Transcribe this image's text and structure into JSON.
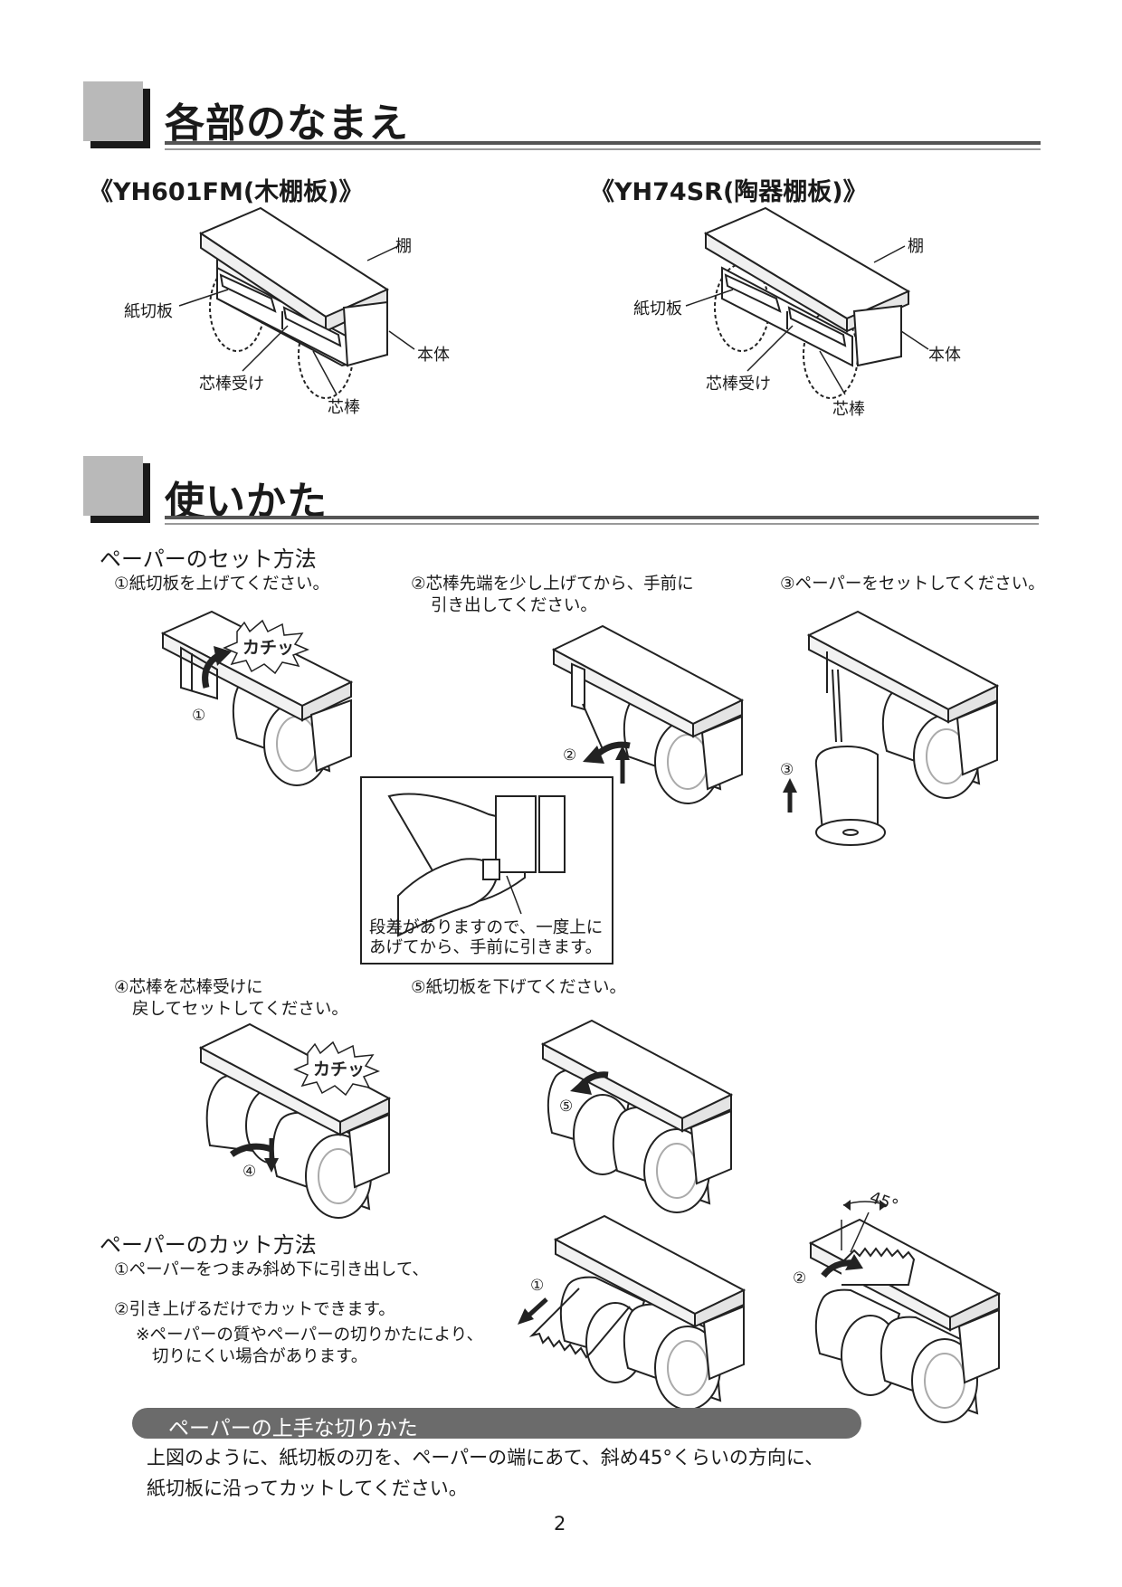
{
  "sections": {
    "names": {
      "title": "各部のなまえ"
    },
    "usage": {
      "title": "使いかた"
    }
  },
  "models": {
    "left": {
      "label": "《YH601FM(木棚板)》",
      "parts": {
        "shelf": "棚",
        "cutter": "紙切板",
        "body": "本体",
        "core_holder": "芯棒受け",
        "core": "芯棒"
      }
    },
    "right": {
      "label": "《YH74SR(陶器棚板)》",
      "parts": {
        "shelf": "棚",
        "cutter": "紙切板",
        "body": "本体",
        "core_holder": "芯棒受け",
        "core": "芯棒"
      }
    }
  },
  "set_method": {
    "title": "ペーパーのセット方法",
    "steps": [
      {
        "line1": "①紙切板を上げてください。",
        "line2": ""
      },
      {
        "line1": "②芯棒先端を少し上げてから、手前に",
        "line2": "引き出してください。"
      },
      {
        "line1": "③ペーパーをセットしてください。",
        "line2": ""
      },
      {
        "line1": "④芯棒を芯棒受けに",
        "line2": "戻してセットしてください。"
      },
      {
        "line1": "⑤紙切板を下げてください。",
        "line2": ""
      }
    ],
    "click_sound": "カチッ",
    "inset_note": {
      "line1": "段差がありますので、一度上に",
      "line2": "あげてから、手前に引きます。"
    },
    "markers": [
      "①",
      "②",
      "③",
      "④",
      "⑤"
    ]
  },
  "cut_method": {
    "title": "ペーパーのカット方法",
    "step1": "①ペーパーをつまみ斜め下に引き出して、",
    "step2": "②引き上げるだけでカットできます。",
    "note1": "※ペーパーの質やペーパーの切りかたにより、",
    "note2": "切りにくい場合があります。",
    "angle": "45°",
    "markers": [
      "①",
      "②"
    ]
  },
  "tip": {
    "title": "ペーパーの上手な切りかた",
    "line1": "上図のように、紙切板の刃を、ペーパーの端にあて、斜め45°くらいの方向に、",
    "line2": "紙切板に沿ってカットしてください。"
  },
  "page_number": "2"
}
